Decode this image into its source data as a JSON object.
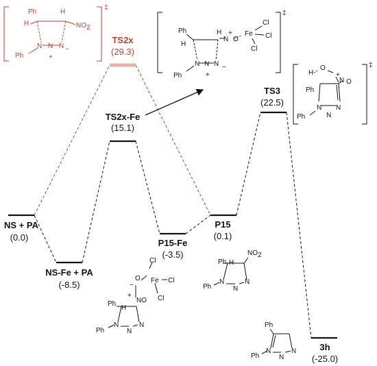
{
  "states": [
    {
      "id": "ns-pa",
      "name": "NS + PA",
      "energy": "(0.0)"
    },
    {
      "id": "nsfe-pa",
      "name": "NS-Fe + PA",
      "energy": "(-8.5)"
    },
    {
      "id": "ts2x-fe",
      "name": "TS2x-Fe",
      "energy": "(15.1)"
    },
    {
      "id": "ts2x",
      "name": "TS2x",
      "energy": "(29.3)"
    },
    {
      "id": "p15-fe",
      "name": "P15-Fe",
      "energy": "(-3.5)"
    },
    {
      "id": "p15",
      "name": "P15",
      "energy": "(0.1)"
    },
    {
      "id": "ts3",
      "name": "TS3",
      "energy": "(22.5)"
    },
    {
      "id": "3h",
      "name": "3h",
      "energy": "(-25.0)"
    }
  ],
  "structures": {
    "ph": "Ph",
    "h": "H",
    "no2": "NO",
    "no2_sub": "2",
    "n": "N",
    "o": "O",
    "fe": "Fe",
    "cl": "Cl",
    "plus": "+",
    "minus": "−",
    "dagger": "‡"
  },
  "colors": {
    "red": "#b5452f",
    "black": "#111111"
  }
}
